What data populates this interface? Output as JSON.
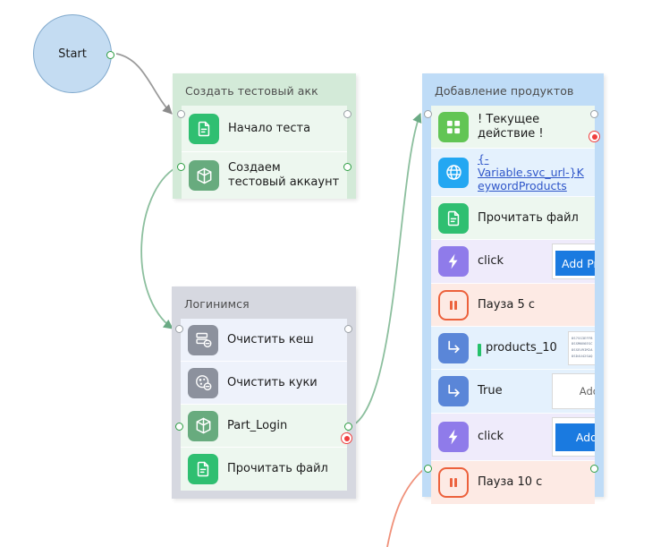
{
  "start_node": {
    "label": "Start"
  },
  "groups": [
    {
      "id": "create-test-account",
      "title": "Создать тестовый акк",
      "rows": [
        {
          "label": "Начало теста",
          "icon": "document-icon"
        },
        {
          "label": "Создаем тестовый аккаунт",
          "icon": "cube-icon"
        }
      ]
    },
    {
      "id": "login",
      "title": "Логинимся",
      "rows": [
        {
          "label": "Очистить кеш",
          "icon": "clear-cache-icon"
        },
        {
          "label": "Очистить куки",
          "icon": "clear-cookies-icon"
        },
        {
          "label": "Part_Login",
          "icon": "cube-icon"
        },
        {
          "label": "Прочитать файл",
          "icon": "document-icon"
        }
      ]
    },
    {
      "id": "add-products",
      "title": "Добавление продуктов",
      "rows": [
        {
          "label": "! Текущее действие !",
          "icon": "grid-icon"
        },
        {
          "label": "{-Variable.svc_url-}KeywordProducts",
          "icon": "globe-icon"
        },
        {
          "label": "Прочитать файл",
          "icon": "document-icon"
        },
        {
          "label": "click",
          "icon": "lightning-icon",
          "button": "Add Prod"
        },
        {
          "label": "Пауза 5 с",
          "icon": "pause-icon"
        },
        {
          "label": "products_10",
          "icon": "arrow-turn-icon",
          "preview_lines": [
            "8S7SG3EFFB",
            "8SSMNV6ESC",
            "8SSEU9IM2A",
            "8SD4U42SAQ"
          ]
        },
        {
          "label": "True",
          "icon": "arrow-turn-icon",
          "thumb_text": "Add tra"
        },
        {
          "label": "click",
          "icon": "lightning-icon",
          "button": "Add"
        },
        {
          "label": "Пауза 10 с",
          "icon": "pause-icon"
        }
      ]
    }
  ],
  "colors": {
    "panel_green": "#d3ead8",
    "panel_gray": "#d6d8e0",
    "panel_blue": "#bfdcf7",
    "edge_gray": "#9b9b9b",
    "edge_green": "#8cbf9e",
    "edge_orange": "#f0917a",
    "accent_blue_button": "#1a7ae0",
    "link": "#2f56c9",
    "breakpoint": "#f03e3e"
  }
}
